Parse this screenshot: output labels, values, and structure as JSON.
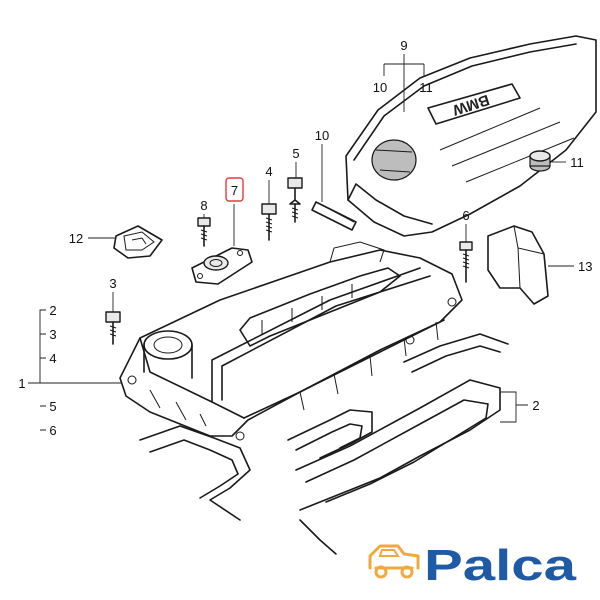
{
  "diagram": {
    "callouts": {
      "c1": "1",
      "c2_left": "2",
      "c3_left": "3",
      "c4_left": "4",
      "c5_left": "5",
      "c6_left": "6",
      "c2_right": "2",
      "c3_top": "3",
      "c4_top": "4",
      "c5_top": "5",
      "c6_right": "6",
      "c7": "7",
      "c8": "8",
      "c9": "9",
      "c10_top": "10",
      "c10_mid": "10",
      "c11_top": "11",
      "c11_right": "11",
      "c12": "12",
      "c13": "13"
    },
    "highlight_callout": "7",
    "cover_badge_text": "BMW",
    "highlight_color": "#e33b3b"
  },
  "brand": {
    "name": "Palca",
    "text_color": "#1f5aa6",
    "icon_color": "#f2a93b"
  }
}
